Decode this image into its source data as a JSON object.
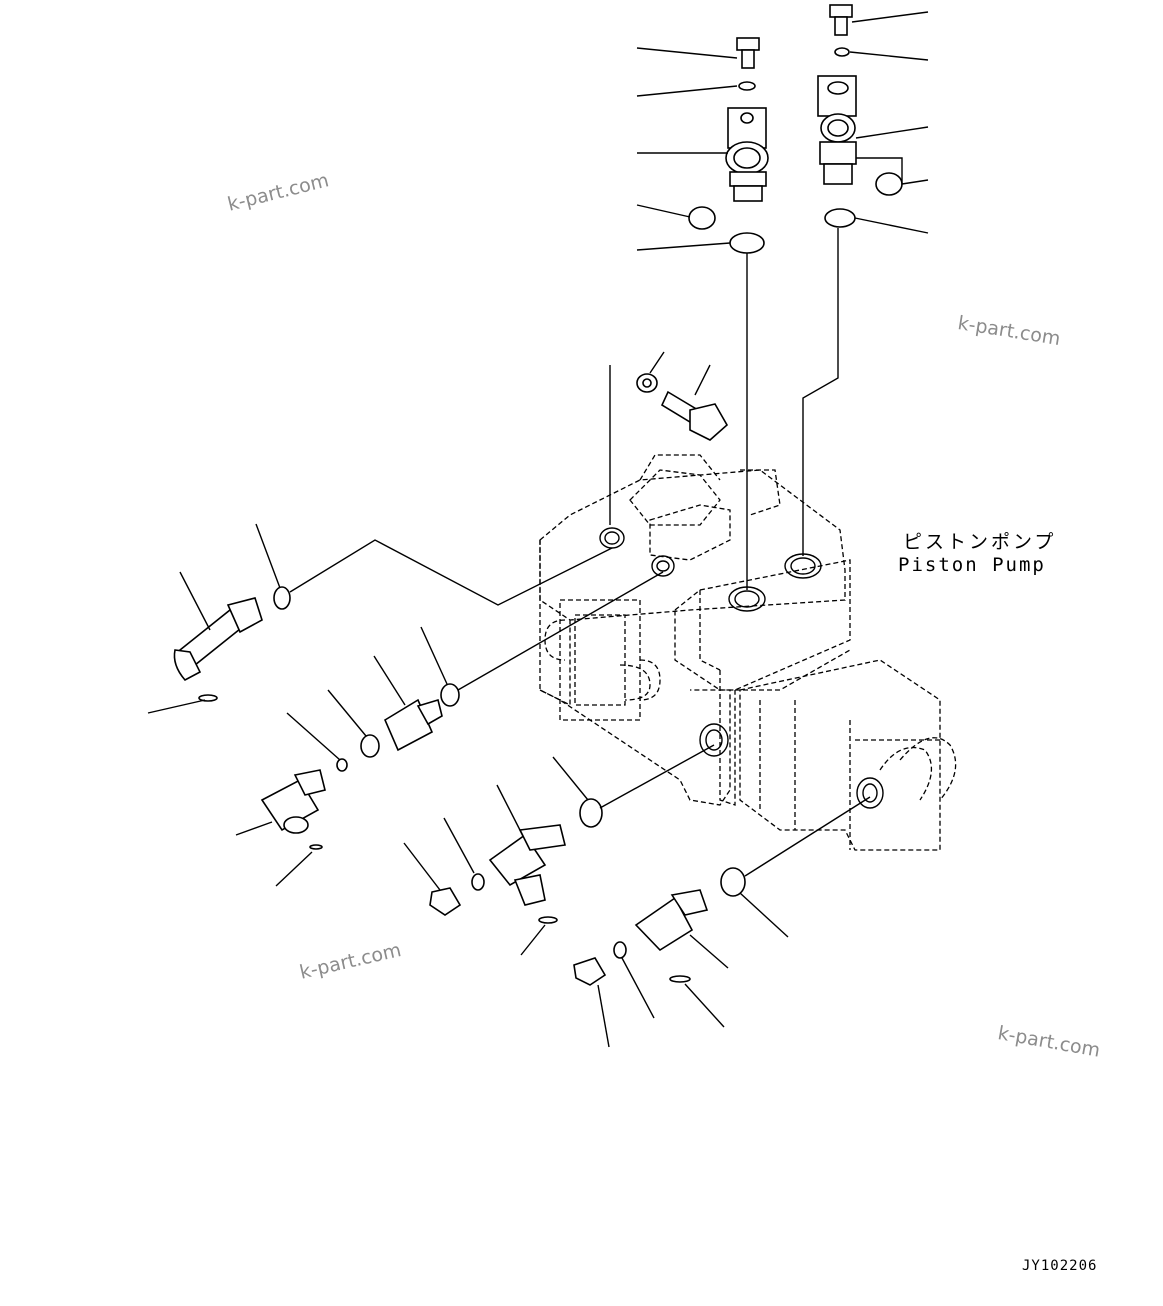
{
  "diagram": {
    "label_jp": "ピストンポンプ",
    "label_en": "Piston Pump",
    "figure_code": "JY102206"
  },
  "watermarks": [
    "k-part.com",
    "k-part.com",
    "k-part.com",
    "k-part.com"
  ]
}
